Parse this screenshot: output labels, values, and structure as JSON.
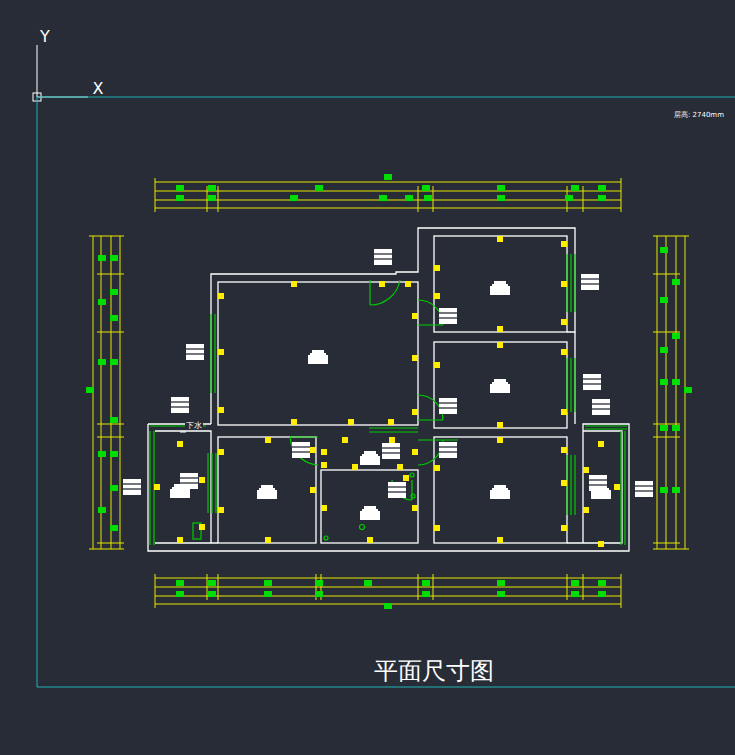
{
  "diagram": {
    "caption": "平面尺寸图",
    "labels": [
      "Y",
      "X",
      "层高: 2740mm",
      "下水"
    ]
  }
}
